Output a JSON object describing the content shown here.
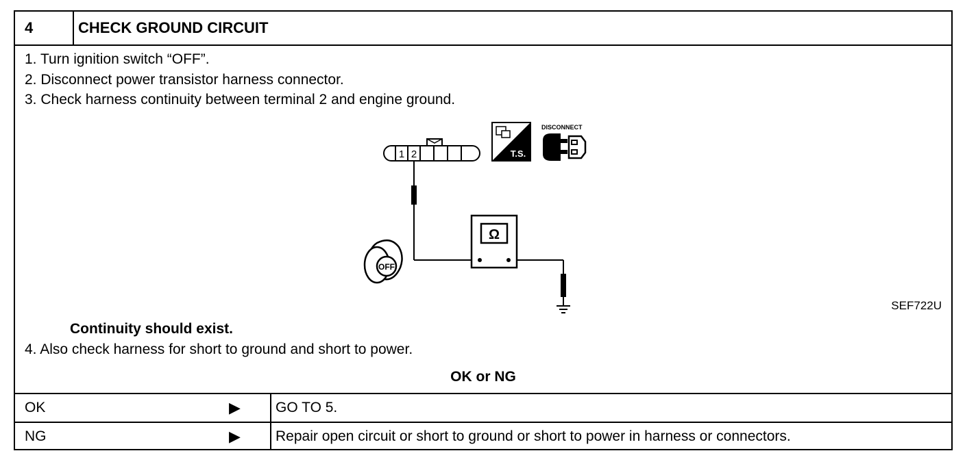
{
  "header": {
    "step": "4",
    "title": "CHECK GROUND CIRCUIT"
  },
  "instructions": [
    "1.  Turn ignition switch “OFF”.",
    "2.  Disconnect power transistor harness connector.",
    "3.  Check harness continuity between terminal 2 and engine ground."
  ],
  "diagram": {
    "connector_terminals": [
      "1",
      "2"
    ],
    "ts_label": "T.S.",
    "disconnect_label": "DISCONNECT",
    "key_label": "OFF",
    "meter_symbol": "Ω",
    "figure_code": "SEF722U"
  },
  "note": "Continuity should exist.",
  "instruction_4": "4.  Also check harness for short to ground and short to power.",
  "result_heading": "OK or NG",
  "results": [
    {
      "label": "OK",
      "arrow": "▶",
      "action": "GO TO 5."
    },
    {
      "label": "NG",
      "arrow": "▶",
      "action": "Repair open circuit or short to ground or short to power in harness or connectors."
    }
  ]
}
